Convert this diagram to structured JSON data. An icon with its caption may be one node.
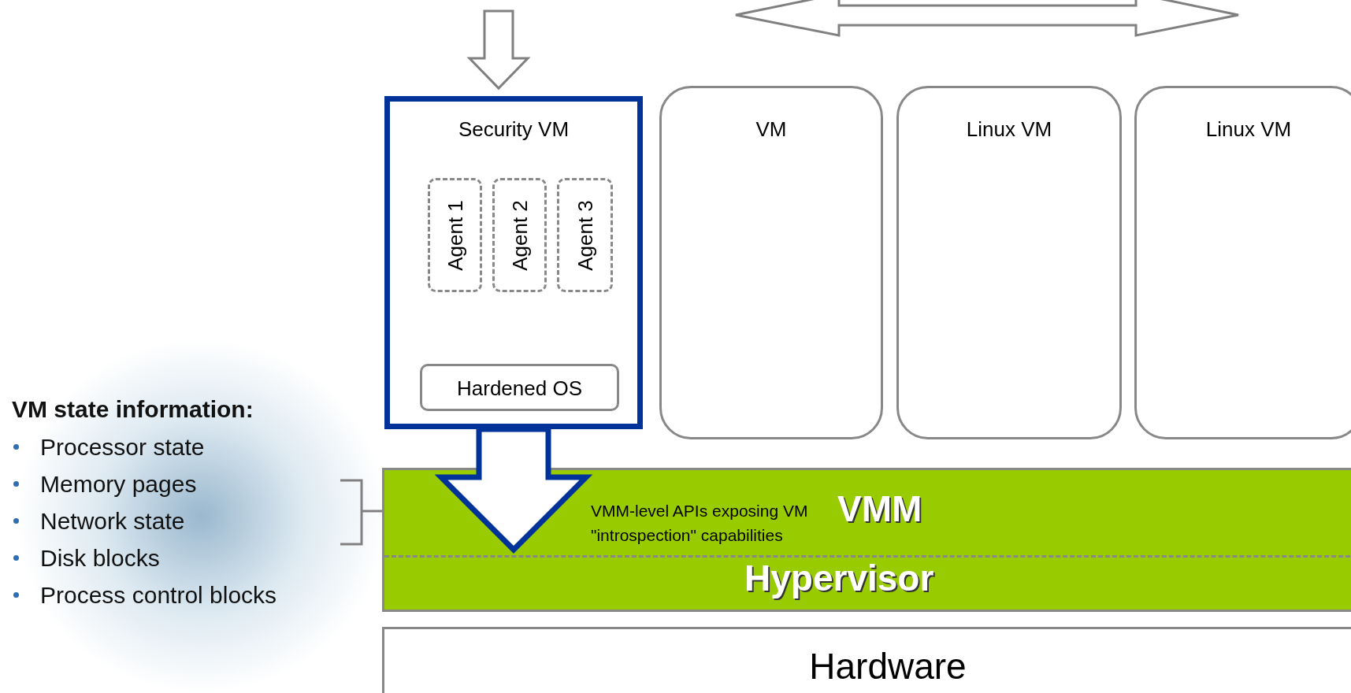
{
  "diagram": {
    "nodes": [
      {
        "text": [
          "Security VM"
        ]
      },
      {
        "text": [
          "Agent 1"
        ],
        "in": 0
      },
      {
        "text": [
          "Agent 2"
        ],
        "in": 0
      },
      {
        "text": [
          "Agent 3"
        ],
        "in": 0
      },
      {
        "text": [
          "Hardened OS"
        ],
        "in": 0
      },
      {
        "text": [
          "VM"
        ]
      },
      {
        "text": [
          "Linux VM"
        ]
      },
      {
        "text": [
          "Linux VM"
        ]
      },
      {
        "text": [
          "VMM-level APIs exposing VM \"introspection\" capabilities",
          "VMM",
          "Hypervisor"
        ]
      },
      {
        "text": [
          "Hardware"
        ]
      }
    ],
    "edges": [
      {
        "from": null,
        "to": 0,
        "arrow": "to"
      },
      {
        "from": 0,
        "to": 8,
        "arrow": "to",
        "style": "thick",
        "color": "#003399"
      }
    ],
    "labels": [
      "VM state information:",
      "Processor state",
      "Memory pages",
      "Network state",
      "Disk blocks",
      "Process control blocks"
    ]
  }
}
